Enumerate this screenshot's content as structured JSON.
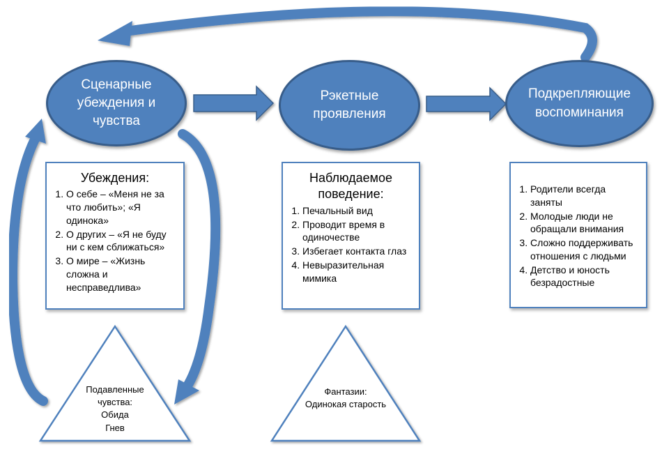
{
  "nodes": {
    "scripts": "Сценарные\nубеждения и\nчувства",
    "racket": "Рэкетные\nпроявления",
    "reinforcing": "Подкрепляющие\nвоспоминания"
  },
  "beliefs": {
    "title": "Убеждения:",
    "items": [
      "О себе – «Меня не за что любить»; «Я одинока»",
      "О других – «Я не буду ни с кем сближаться»",
      "О мире – «Жизнь сложна и несправедлива»"
    ]
  },
  "behavior": {
    "title": "Наблюдаемое\nповедение:",
    "items": [
      "Печальный вид",
      "Проводит время в одиночестве",
      "Избегает контакта глаз",
      "Невыразительная мимика"
    ]
  },
  "memories": {
    "items": [
      "Родители всегда заняты",
      "Молодые люди не обращали внимания",
      "Сложно поддерживать отношения с людьми",
      "Детство и юность безрадостные"
    ]
  },
  "suppressed": "Подавленные\nчувства:\nОбида\nГнев",
  "fantasies": "Фантазии:\nОдинокая старость",
  "colors": {
    "node_fill": "#4f81bd",
    "node_border": "#385d8a",
    "arrow": "#4f81bd"
  }
}
